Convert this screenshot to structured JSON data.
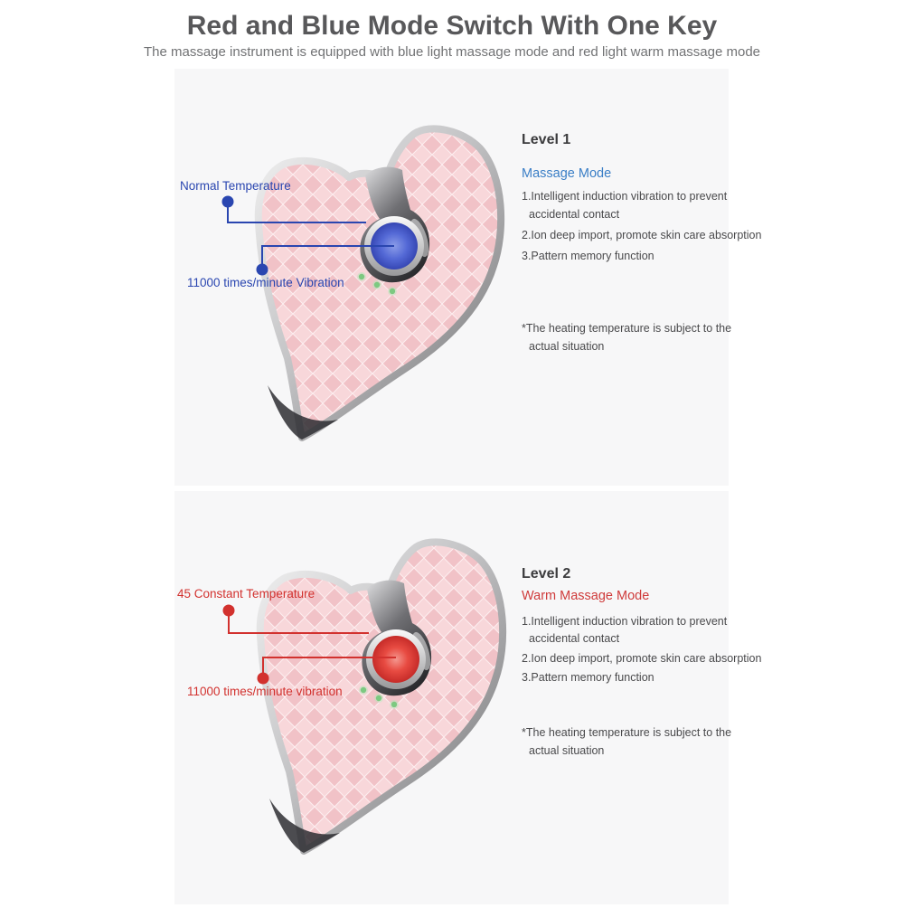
{
  "page": {
    "title": "Red and Blue Mode Switch With One Key",
    "subtitle": "The massage instrument is equipped with blue light massage mode and red light warm massage mode"
  },
  "colors": {
    "title_gray": "#58585a",
    "subtitle_gray": "#717274",
    "panel_bg": "#f7f7f8",
    "blue_annotation": "#2a46b0",
    "red_annotation": "#d2312e",
    "blue_mode_label": "#3a7ec6",
    "red_mode_label": "#cf3b3b",
    "device_pink": "#f1c2c7",
    "chrome_gray": "#bfbfbf",
    "button_blue": "#5469d6",
    "button_red": "#e84b42",
    "led_green": "#7dc981"
  },
  "panels": [
    {
      "level_label": "Level 1",
      "mode_label": "Massage Mode",
      "annotations": [
        "Normal Temperature",
        "11000 times/minute Vibration"
      ],
      "features": [
        "1.Intelligent induction vibration to prevent",
        "accidental contact",
        "2.Ion deep import, promote skin care absorption",
        "3.Pattern memory function"
      ],
      "note": [
        "*The heating temperature is subject to the",
        "actual situation"
      ]
    },
    {
      "level_label": "Level 2",
      "mode_label": "Warm Massage  Mode",
      "annotations": [
        "45 Constant Temperature",
        "11000 times/minute vibration"
      ],
      "features": [
        "1.Intelligent induction vibration to prevent",
        "accidental contact",
        "2.Ion deep import, promote skin care absorption",
        "3.Pattern memory function"
      ],
      "note": [
        "*The heating temperature is subject to the",
        "actual situation"
      ]
    }
  ]
}
